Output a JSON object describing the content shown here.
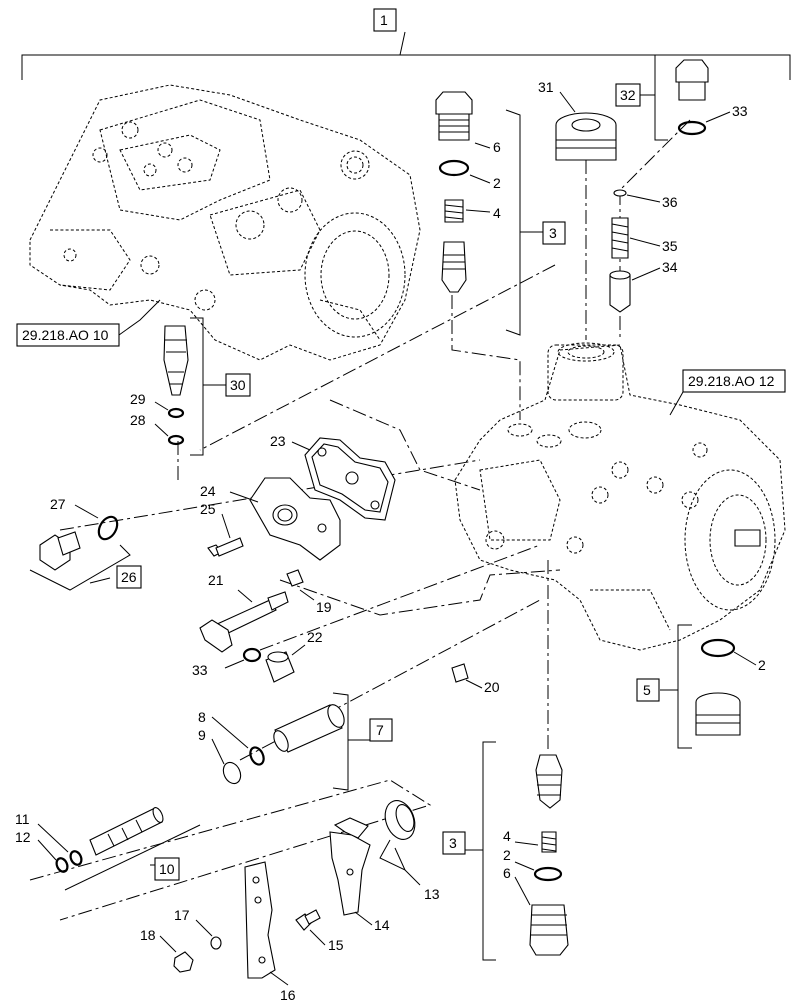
{
  "callouts": {
    "c1": "1",
    "c2a": "2",
    "c2b": "2",
    "c2c": "2",
    "c3a": "3",
    "c3b": "3",
    "c4a": "4",
    "c4b": "4",
    "c5": "5",
    "c6a": "6",
    "c6b": "6",
    "c7": "7",
    "c8": "8",
    "c9": "9",
    "c10": "10",
    "c11": "11",
    "c12": "12",
    "c13": "13",
    "c14": "14",
    "c15": "15",
    "c16": "16",
    "c17": "17",
    "c18": "18",
    "c19": "19",
    "c20": "20",
    "c21": "21",
    "c22": "22",
    "c23": "23",
    "c24": "24",
    "c25": "25",
    "c26": "26",
    "c27": "27",
    "c28": "28",
    "c29": "29",
    "c30": "30",
    "c31": "31",
    "c32": "32",
    "c33a": "33",
    "c33b": "33",
    "c34": "34",
    "c35": "35",
    "c36": "36"
  },
  "references": {
    "ref_left": "29.218.AO 10",
    "ref_right": "29.218.AO 12"
  }
}
